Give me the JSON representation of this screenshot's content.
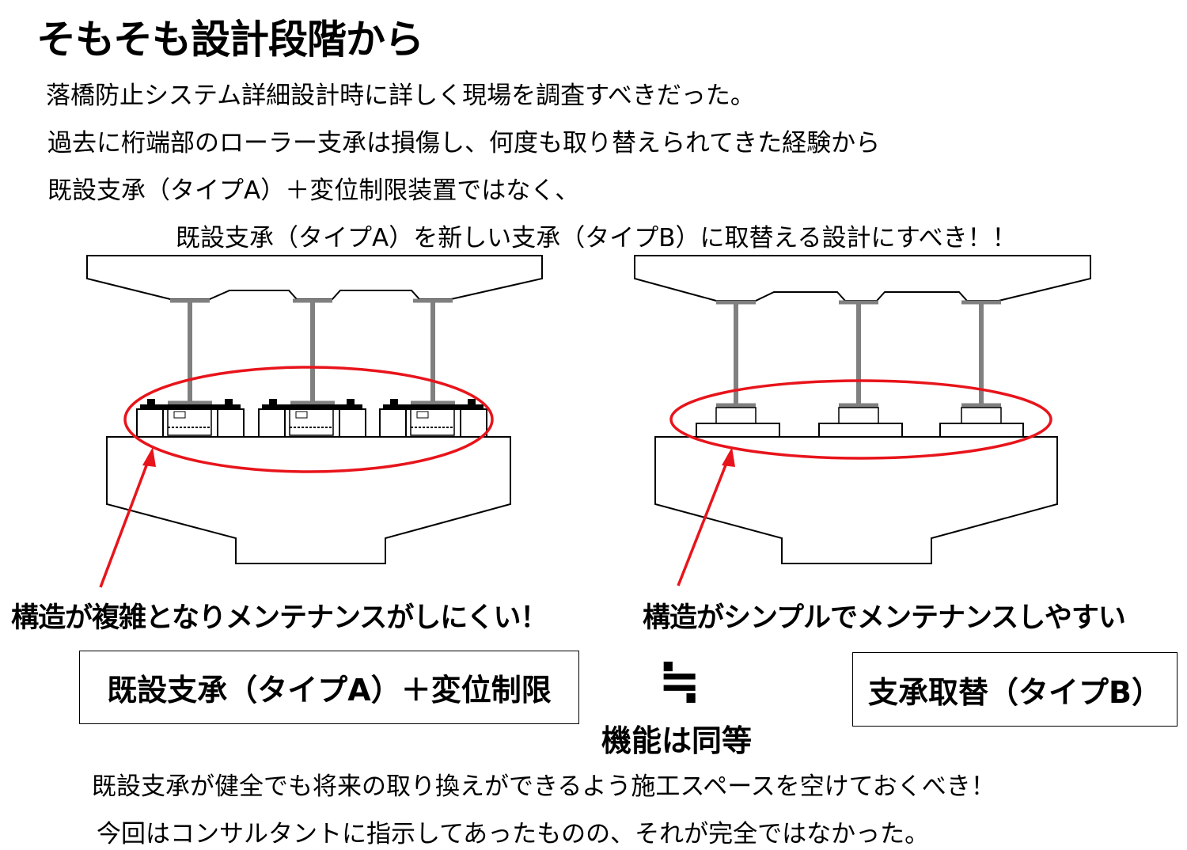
{
  "title": "そもそも設計段階から",
  "intro": [
    "落橋防止システム詳細設計時に詳しく現場を調査すべきだった。",
    "過去に桁端部のローラー支承は損傷し、何度も取り替えられてきた経験から",
    "既設支承（タイプA）＋変位制限装置ではなく、",
    "既設支承（タイプA）を新しい支承（タイプB）に取替える設計にすべき！！"
  ],
  "left_label": "構造が複雑となりメンテナンスがしにくい！",
  "right_label": "構造がシンプルでメンテナンスしやすい",
  "left_box": "既設支承（タイプA）＋変位制限",
  "right_box": "支承取替（タイプB）",
  "approx_symbol": "≒",
  "equivalence": "機能は同等",
  "footer": [
    "既設支承が健全でも将来の取り換えができるよう施工スペースを空けておくべき！",
    "今回はコンサルタントに指示してあったものの、それが完全ではなかった。"
  ],
  "colors": {
    "highlight": "#e8141b",
    "girder": "#808080"
  }
}
